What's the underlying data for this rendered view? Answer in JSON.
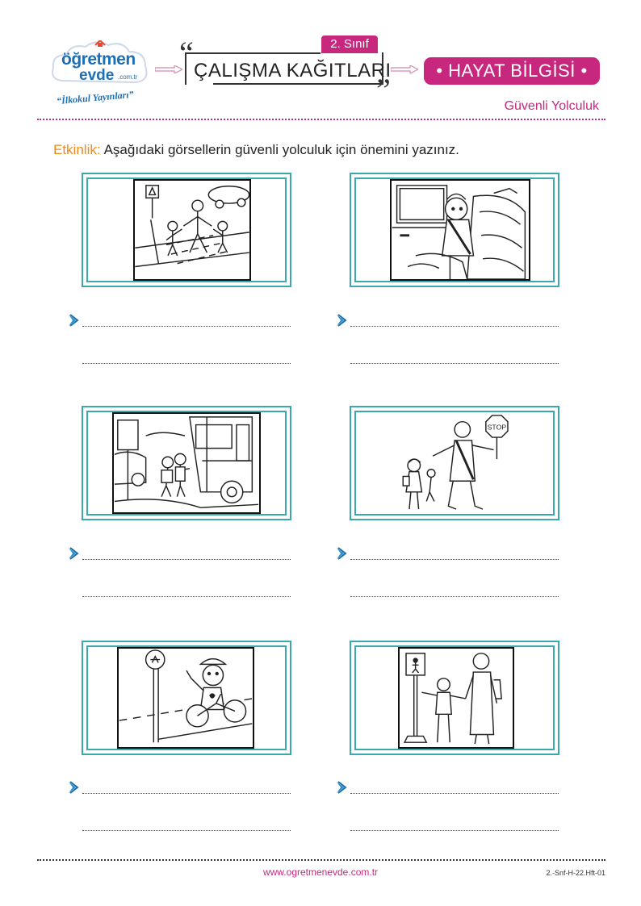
{
  "header": {
    "logo_word1": "öğretmen",
    "logo_word2": "evde",
    "logo_domain": ".com.tr",
    "logo_tagline": "“İlkokul Yayınları”",
    "grade": "2. Sınıf",
    "quote_open": "“",
    "quote_close": "”",
    "title": "ÇALIŞMA KAĞITLARI",
    "subject": "• HAYAT BİLGİSİ •",
    "topic": "Güvenli Yolculuk"
  },
  "instruction": {
    "label": "Etkinlik:",
    "text": "Aşağıdaki görsellerin güvenli yolculuk için önemini yazınız."
  },
  "pictures": [
    {
      "icon": "crosswalk-family-picture"
    },
    {
      "icon": "seatbelt-child-picture"
    },
    {
      "icon": "school-bus-children-picture"
    },
    {
      "icon": "crossing-guard-stop-picture"
    },
    {
      "icon": "bicycle-helmet-picture"
    },
    {
      "icon": "pedestrian-signal-picture"
    }
  ],
  "stop_sign_text": "STOP",
  "colors": {
    "accent": "#c8277e",
    "frame": "#3aa8ad",
    "label": "#f08a1c",
    "logo": "#1b6fb6"
  },
  "footer": {
    "url": "www.ogretmenevde.com.tr",
    "code": "2.-Snf-H-22.Hft-01"
  }
}
